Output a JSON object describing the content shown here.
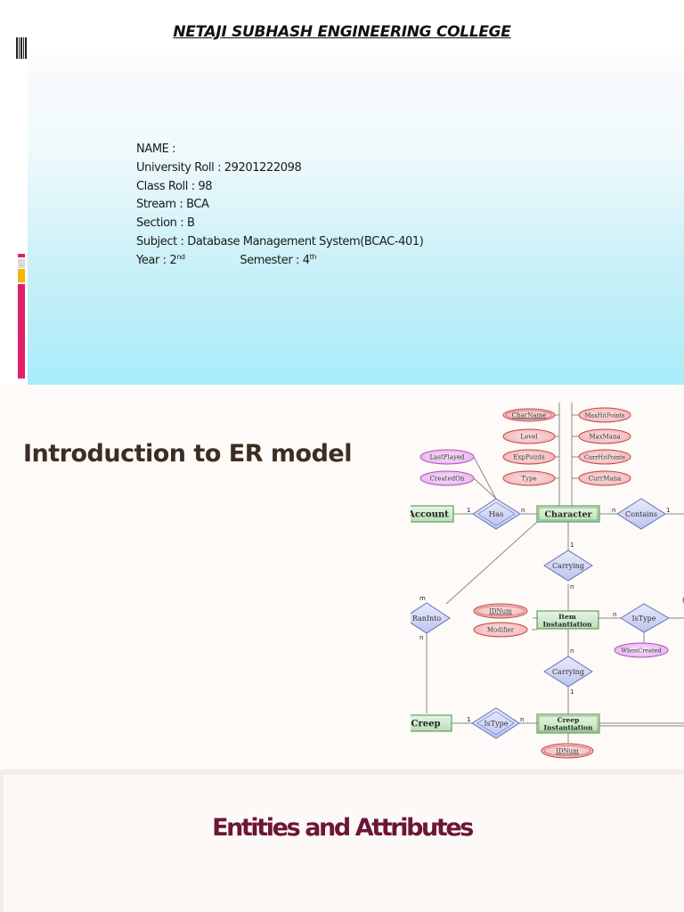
{
  "slide1": {
    "college": "NETAJI SUBHASH ENGINEERING COLLEGE",
    "lines": {
      "name": "NAME :",
      "roll": "University Roll  :  29201222098",
      "class_roll": "Class Roll :  98",
      "stream": "Stream :  BCA",
      "section": "Section :  B",
      "subject": "Subject : Database Management System(BCAC-401)",
      "year_prefix": "Year : 2",
      "year_sup": "nd",
      "semester_prefix": "Semester : 4",
      "semester_sup": "th"
    },
    "accent_colors": [
      "#e0206a",
      "#f5b800",
      "#e0206a"
    ]
  },
  "slide2": {
    "heading": "Introduction to ER model",
    "diagram": {
      "entities": {
        "account": "Account",
        "character": "Character",
        "item": [
          "Item",
          "Instantiation"
        ],
        "creep": "Creep",
        "creep_inst": [
          "Creep",
          "Instantiation"
        ]
      },
      "relationships": {
        "has": "Has",
        "contains": "Contains",
        "carrying1": "Carrying",
        "ran_into": "RanInto",
        "istype1": "IsType",
        "carrying2": "Carrying",
        "istype2": "IsType"
      },
      "attributes": {
        "char_name": "CharName",
        "level": "Level",
        "exp_points": "ExpPoints",
        "type": "Type",
        "max_hit": "MaxHitPoints",
        "max_mana": "MaxMana",
        "curr_hit": "CurrHitPoints",
        "curr_mana": "CurrMana",
        "last_played": "LastPlayed",
        "created_on": "CreatedOn",
        "id_num1": "IDNum",
        "modifier": "Modifier",
        "when_created": "WhenCreated",
        "id_num2": "IDNum"
      },
      "cardinalities": {
        "has_left": "1",
        "has_right": "n",
        "contains_left": "n",
        "contains_right": "1",
        "carry1_top": "1",
        "carry1_bottom": "n",
        "ran_top": "m",
        "ran_bottom": "n",
        "istype1_left": "n",
        "carry2_top": "n",
        "carry2_bottom": "1",
        "istype2_left": "1",
        "istype2_right": "n"
      }
    }
  },
  "slide3": {
    "heading": "Entities and Attributes"
  }
}
